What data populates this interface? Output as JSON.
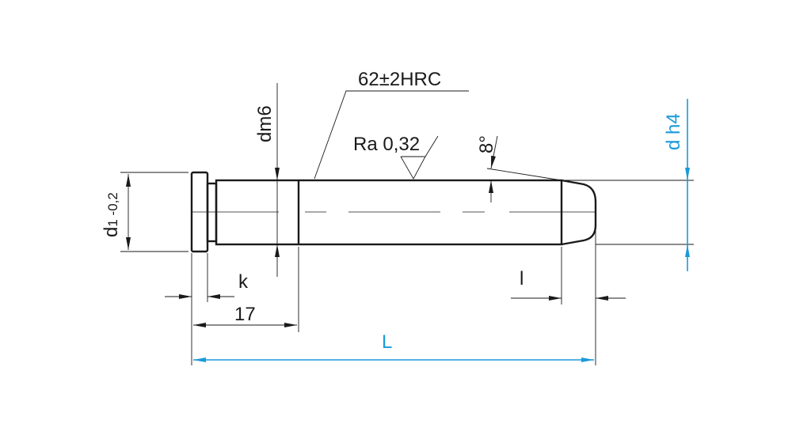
{
  "labels": {
    "hardness": "62±2HRC",
    "roughness": "Ra 0,32",
    "angle": "8°",
    "shank_diameter": "dm6",
    "head_diameter_main": "d",
    "head_diameter_sub": "1 -0,2",
    "diameter": "d h4",
    "head_length": "k",
    "shank_length": "17",
    "tip_length": "l",
    "total_length": "L"
  },
  "colors": {
    "line": "#1a1a1a",
    "accent": "#1a9ad9"
  }
}
